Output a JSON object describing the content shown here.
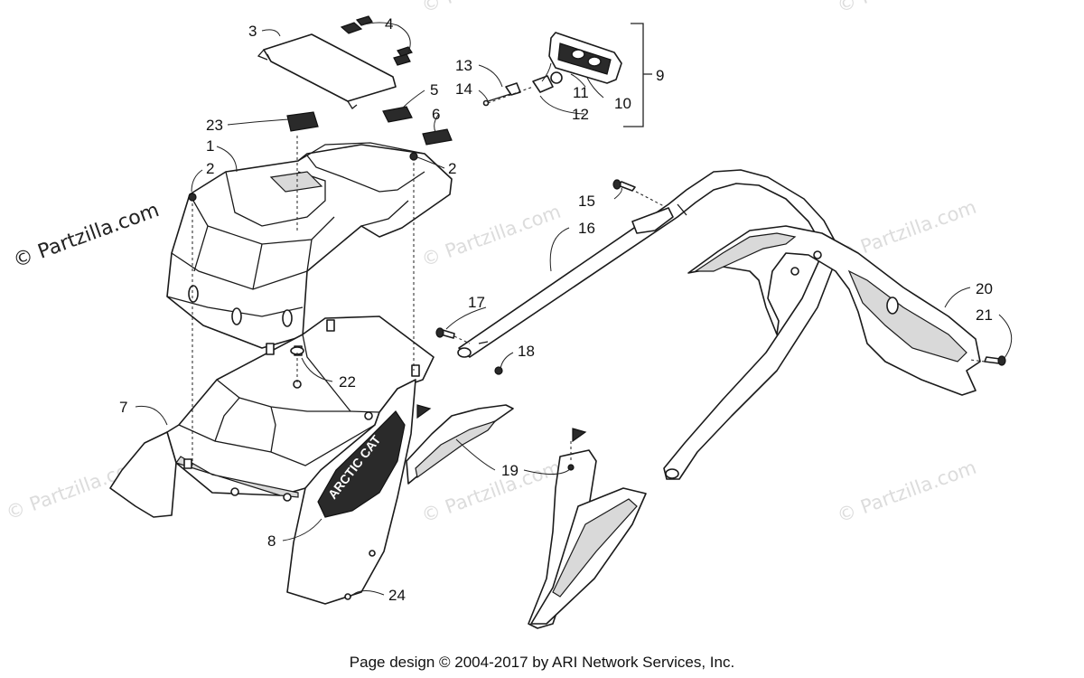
{
  "watermarks": {
    "main": "© Partzilla.com",
    "faint": "© Partzilla.com"
  },
  "footer": {
    "text": "Page design © 2004-2017 by ARI Network Services, Inc."
  },
  "callouts": {
    "c1": "1",
    "c2a": "2",
    "c2b": "2",
    "c3": "3",
    "c4": "4",
    "c5": "5",
    "c6": "6",
    "c7": "7",
    "c8": "8",
    "c9": "9",
    "c10": "10",
    "c11": "11",
    "c12": "12",
    "c13": "13",
    "c14": "14",
    "c15": "15",
    "c16": "16",
    "c17": "17",
    "c18": "18",
    "c19": "19",
    "c20": "20",
    "c21": "21",
    "c22": "22",
    "c23": "23",
    "c24": "24"
  },
  "decal_text": "ARCTIC CAT"
}
